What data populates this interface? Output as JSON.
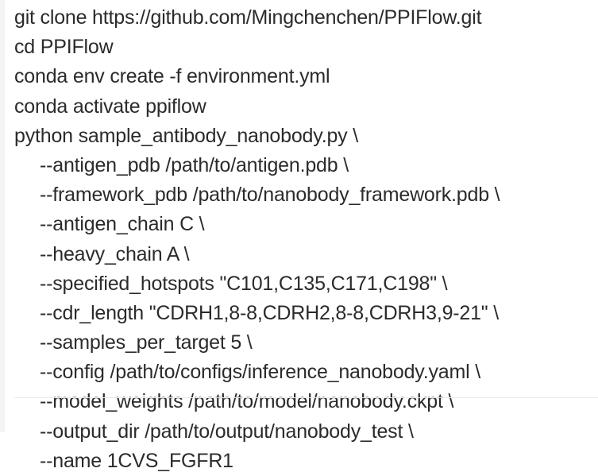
{
  "document": {
    "kind": "terminal-command-snippet",
    "background_color": "#ffffff",
    "text_color": "#2b2b2b",
    "gutter_color": "#f4f4f5",
    "separator_color": "#e8e9f2",
    "lines": [
      {
        "indent": 0,
        "text": "git clone https://github.com/Mingchenchen/PPIFlow.git"
      },
      {
        "indent": 0,
        "text": "cd PPIFlow"
      },
      {
        "indent": 0,
        "text": "conda env create -f environment.yml"
      },
      {
        "indent": 0,
        "text": "conda activate ppiflow"
      },
      {
        "indent": 0,
        "text": "python sample_antibody_nanobody.py \\"
      },
      {
        "indent": 1,
        "text": "--antigen_pdb /path/to/antigen.pdb \\"
      },
      {
        "indent": 1,
        "text": "--framework_pdb /path/to/nanobody_framework.pdb \\"
      },
      {
        "indent": 1,
        "text": "--antigen_chain C \\"
      },
      {
        "indent": 1,
        "text": "--heavy_chain A \\"
      },
      {
        "indent": 1,
        "text": "--specified_hotspots \"C101,C135,C171,C198\" \\"
      },
      {
        "indent": 1,
        "text": "--cdr_length \"CDRH1,8-8,CDRH2,8-8,CDRH3,9-21\" \\"
      },
      {
        "indent": 1,
        "text": "--samples_per_target 5 \\"
      },
      {
        "indent": 1,
        "text": "--config /path/to/configs/inference_nanobody.yaml \\"
      },
      {
        "indent": 1,
        "text": "--model_weights /path/to/model/nanobody.ckpt \\"
      },
      {
        "indent": 1,
        "text": "--output_dir /path/to/output/nanobody_test \\"
      },
      {
        "indent": 1,
        "text": "--name 1CVS_FGFR1"
      }
    ]
  }
}
